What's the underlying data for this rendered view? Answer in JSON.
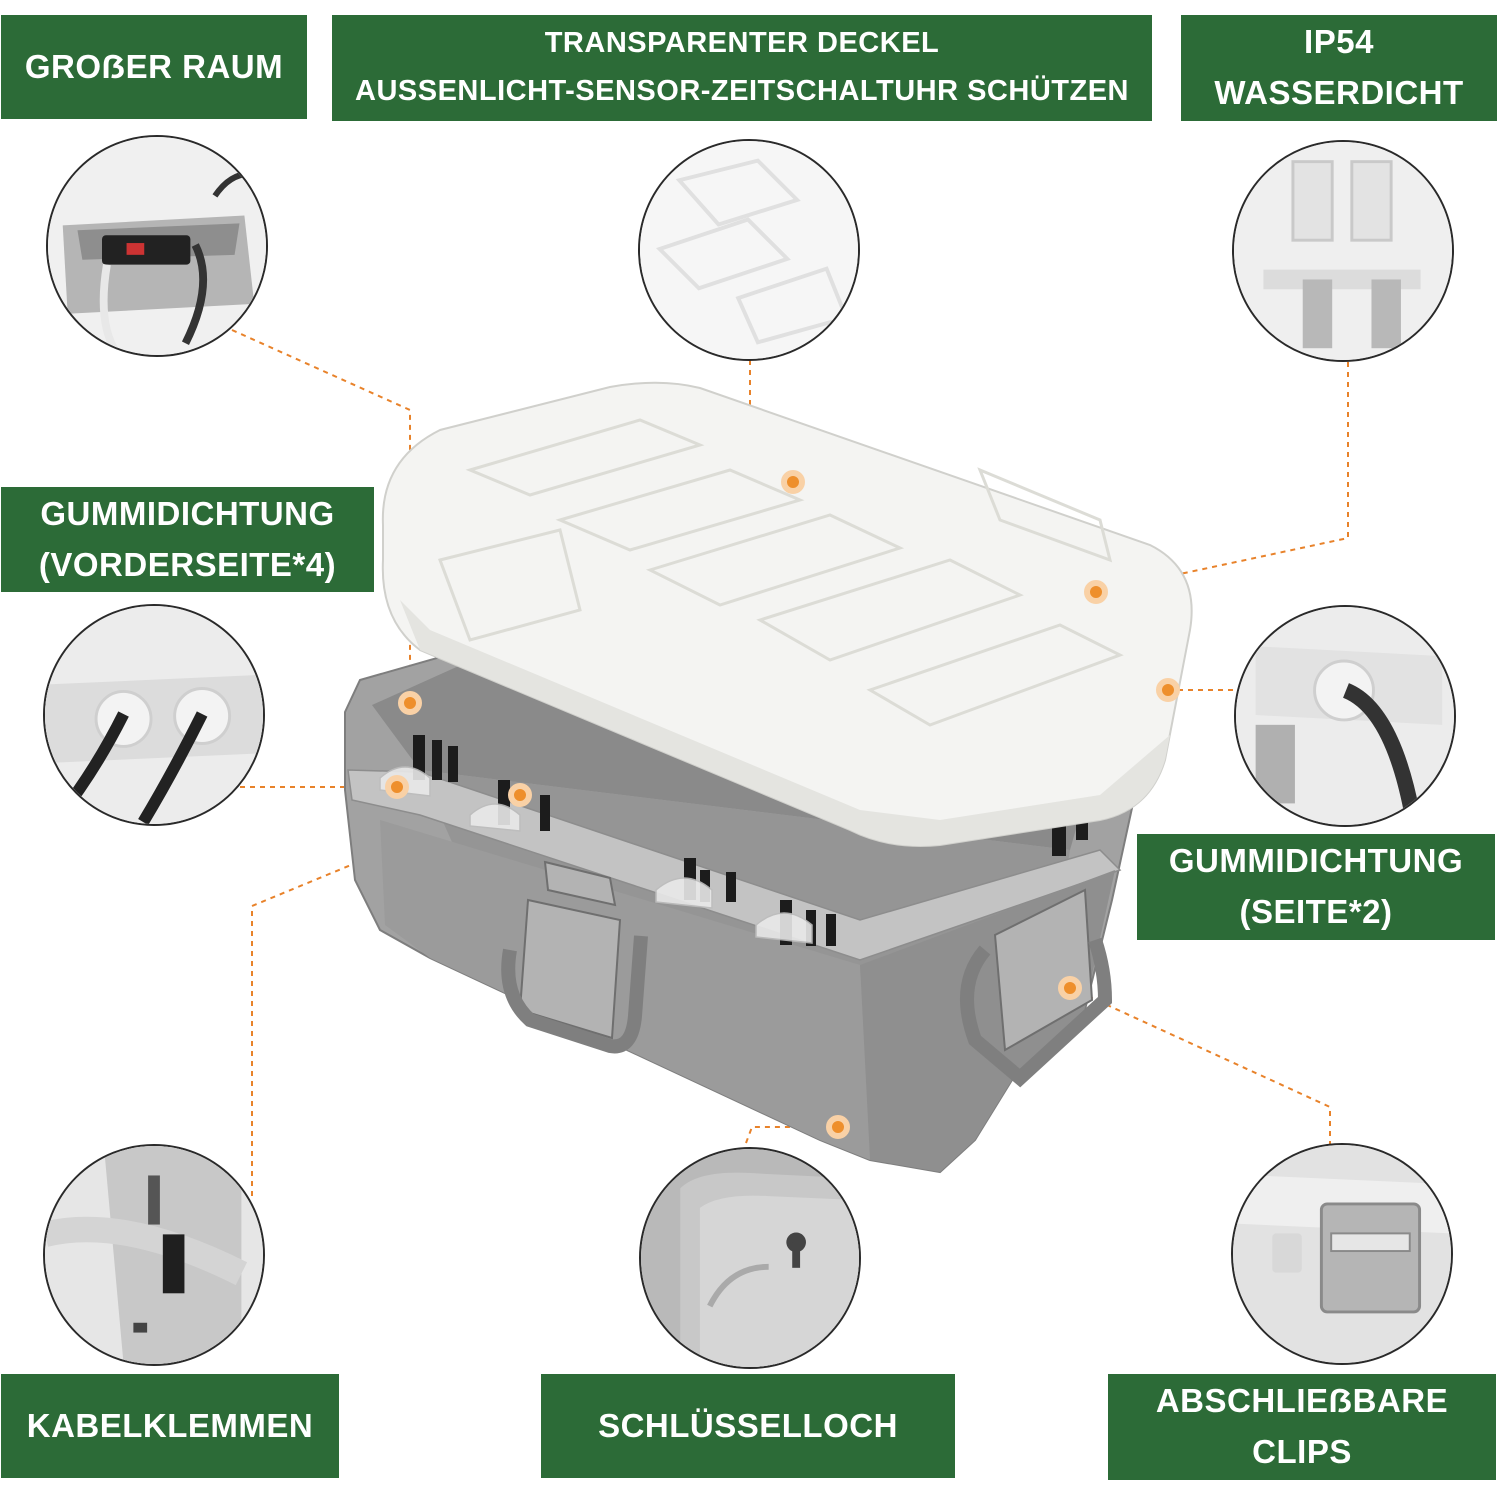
{
  "labels": {
    "grosser_raum": "GROẞER RAUM",
    "deckel_line1": "TRANSPARENTER DECKEL",
    "deckel_line2": "AUSSENLICHT-SENSOR-ZEITSCHALTUHR SCHÜTZEN",
    "ip54_line1": "IP54",
    "ip54_line2": "WASSERDICHT",
    "gummi_vorne_line1": "GUMMIDICHTUNG",
    "gummi_vorne_line2": "(VORDERSEITE*4)",
    "gummi_seite_line1": "GUMMIDICHTUNG",
    "gummi_seite_line2": "(SEITE*2)",
    "kabelklemmen": "KABELKLEMMEN",
    "schluesselloch": "SCHLÜSSELLOCH",
    "clips_line1": "ABSCHLIEẞBARE",
    "clips_line2": "CLIPS"
  },
  "colors": {
    "label_bg": "#2c6b37",
    "label_text": "#ffffff",
    "leader_line": "#e8822a",
    "box_grey": "#9a9a9a",
    "lid_white": "#f4f4f2"
  }
}
